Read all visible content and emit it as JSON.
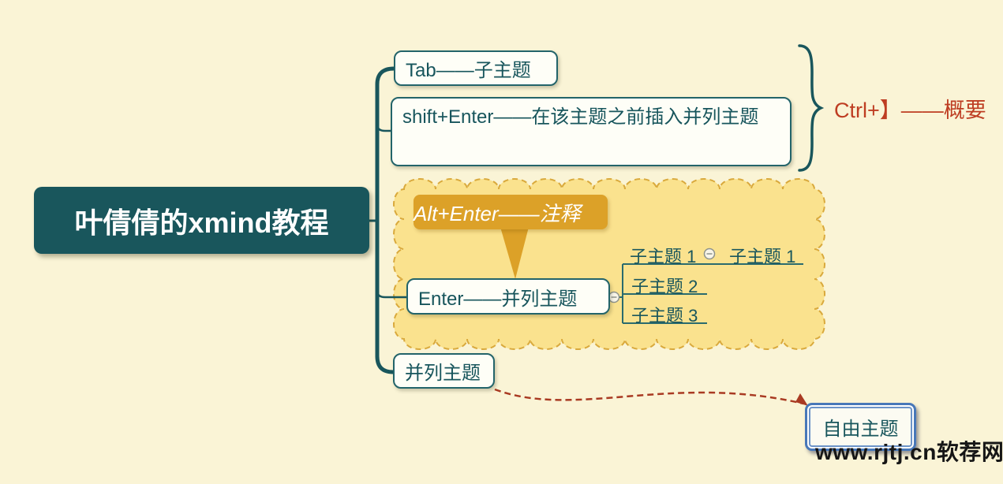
{
  "app": {
    "name": "xmind-mind-map-tutorial"
  },
  "colors": {
    "background": "#FAF4D6",
    "topic_teal": "#19565C",
    "box_border_teal": "#23646A",
    "callout_gold": "#DCA128",
    "cloud_fill": "#FAE28E",
    "cloud_border": "#D9A93C",
    "summary_red": "#BE3D22",
    "relationship_red": "#A93A22",
    "selection_blue": "#4878B8"
  },
  "central_topic": {
    "label": "叶倩倩的xmind教程"
  },
  "main_topics": [
    {
      "label": "Tab——子主题"
    },
    {
      "label": "shift+Enter——在该主题之前插入并列主题"
    },
    {
      "label": "Enter——并列主题"
    },
    {
      "label": "并列主题"
    }
  ],
  "callout": {
    "label": "Alt+Enter——注释"
  },
  "summary": {
    "label": "Ctrl+】——概要"
  },
  "subtopics": [
    {
      "label": "子主题 1"
    },
    {
      "label": "子主题 1"
    },
    {
      "label": "子主题 2"
    },
    {
      "label": "子主题 3"
    }
  ],
  "free_topic": {
    "label": "自由主题"
  },
  "watermark": {
    "label": "www.rjtj.cn软荐网"
  }
}
